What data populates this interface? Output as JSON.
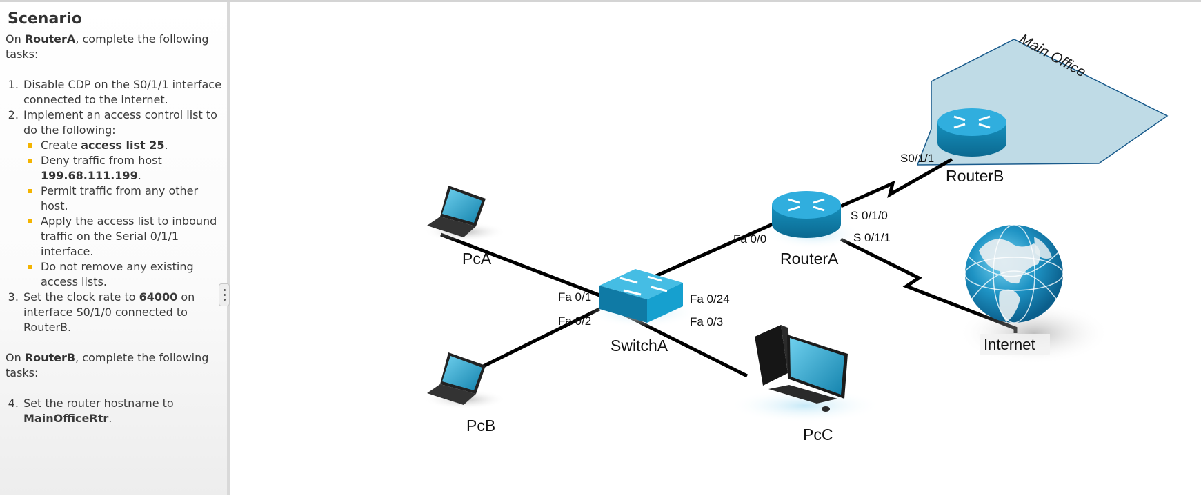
{
  "scenario": {
    "title": "Scenario",
    "routerA_intro": {
      "pre": "On ",
      "bold": "RouterA",
      "post": ", complete the following tasks:"
    },
    "tasks": [
      {
        "num": 1,
        "text": "Disable CDP on the S0/1/1 interface connected to the internet."
      },
      {
        "num": 2,
        "text": "Implement an access control list to do the following:",
        "subs": [
          {
            "pre": "Create ",
            "bold": "access list 25",
            "post": "."
          },
          {
            "pre": "Deny traffic from host ",
            "bold": "199.68.111.199",
            "post": "."
          },
          {
            "pre": "Permit traffic from any other host.",
            "bold": "",
            "post": ""
          },
          {
            "pre": "Apply the access list to inbound traffic on the Serial 0/1/1 interface.",
            "bold": "",
            "post": ""
          },
          {
            "pre": "Do not remove any existing access lists.",
            "bold": "",
            "post": ""
          }
        ]
      },
      {
        "num": 3,
        "pre": "Set the clock rate to ",
        "bold": "64000",
        "post": " on interface S0/1/0 connected to RouterB."
      }
    ],
    "routerB_intro": {
      "pre": "On ",
      "bold": "RouterB",
      "post": ", complete the following tasks:"
    },
    "routerB_tasks": [
      {
        "num": 4,
        "pre": "Set the router hostname to ",
        "bold": "MainOfficeRtr",
        "post": "."
      }
    ]
  },
  "diagram": {
    "office_label": "Main Office",
    "devices": {
      "pca": "PcA",
      "pcb": "PcB",
      "pcc": "PcC",
      "switch": "SwitchA",
      "routera": "RouterA",
      "routerb": "RouterB",
      "internet": "Internet"
    },
    "ports": {
      "sw_fa01": "Fa 0/1",
      "sw_fa02": "Fa 0/2",
      "sw_fa024": "Fa 0/24",
      "sw_fa03": "Fa 0/3",
      "ra_fa00": "Fa 0/0",
      "ra_s010": "S 0/1/0",
      "ra_s011": "S 0/1/1",
      "rb_s011": "S0/1/1"
    },
    "colors": {
      "device": "#1591c0",
      "device_light": "#54c3e6",
      "office": "#bfdbe6",
      "office_border": "#1a5b8c"
    }
  }
}
